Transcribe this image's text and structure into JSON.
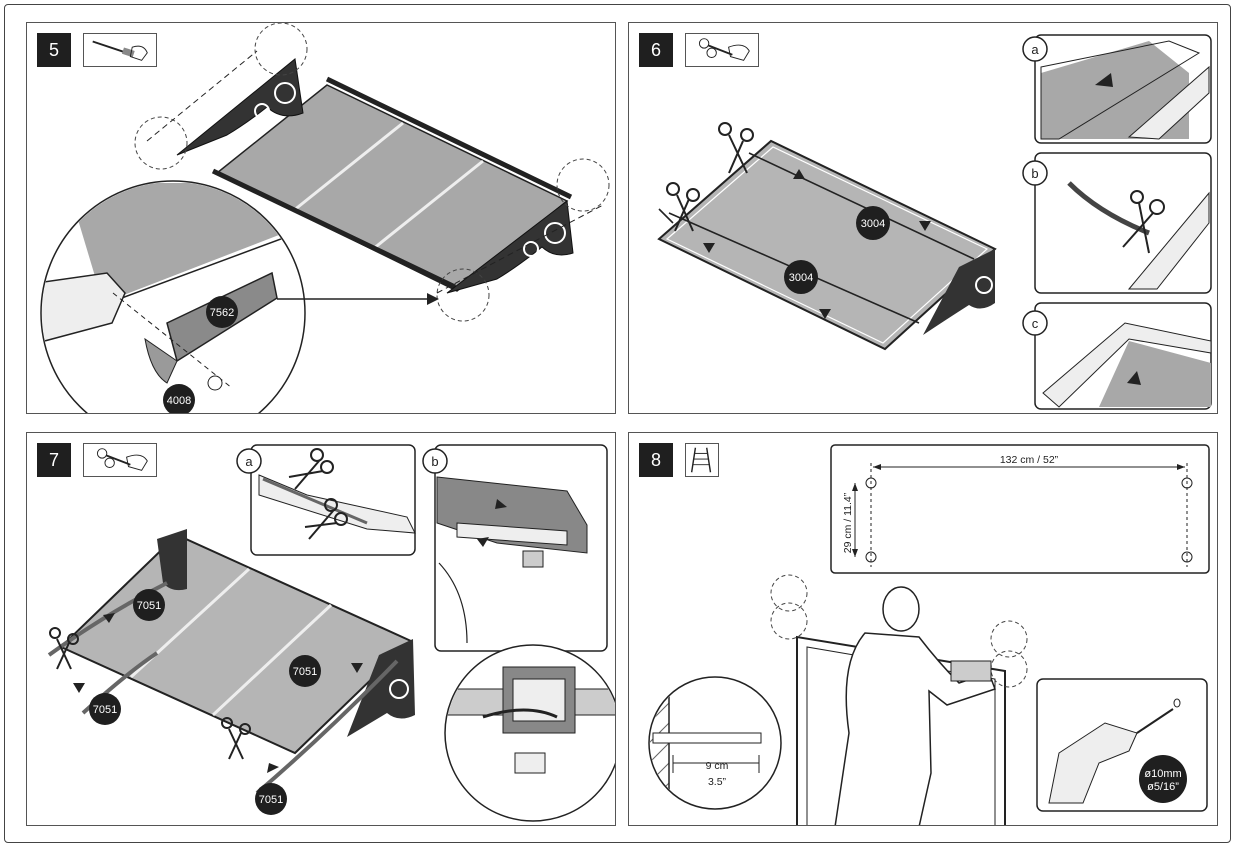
{
  "steps": [
    {
      "number": "5",
      "icon": "screwdriver-hand-icon"
    },
    {
      "number": "6",
      "icon": "scissors-hand-icon"
    },
    {
      "number": "7",
      "icon": "scissors-hand-icon"
    },
    {
      "number": "8",
      "icon": "ladder-icon"
    }
  ],
  "step5": {
    "part_a": "7562",
    "part_b": "4008"
  },
  "step6": {
    "part_top": "3004",
    "part_bottom": "3004",
    "sub_a": "a",
    "sub_b": "b",
    "sub_c": "c"
  },
  "step7": {
    "part_1": "7051",
    "part_2": "7051",
    "part_3": "7051",
    "part_4": "7051",
    "sub_a": "a",
    "sub_b": "b"
  },
  "step8": {
    "width_dim": "132 cm / 52”",
    "height_dim": "29 cm / 11.4”",
    "depth_cm": "9 cm",
    "depth_in": "3.5”",
    "drill_mm": "ø10mm",
    "drill_in": "ø5/16”"
  },
  "colors": {
    "panel_fill": "#a8a8a8",
    "badge": "#1f1f1f",
    "line": "#222222"
  }
}
